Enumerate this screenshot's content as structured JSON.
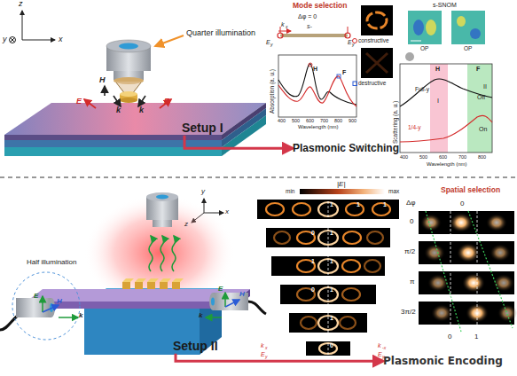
{
  "diagram": {
    "nodes": [
      {
        "text": [
          "Setup I"
        ]
      },
      {
        "text": [
          "Plasmonic Switching"
        ]
      },
      {
        "text": [
          "Setup II"
        ]
      },
      {
        "text": [
          "Plasmonic Encoding"
        ]
      }
    ],
    "edges": [
      {
        "from": 0,
        "to": 1,
        "arrow": "to"
      },
      {
        "from": 2,
        "to": 3,
        "arrow": "to"
      }
    ],
    "labels": [
      "Quarter illumination",
      "z",
      "y",
      "x",
      "E",
      "H",
      "k",
      "k",
      "E",
      "Mode selection",
      "Δφ = 0",
      "k",
      "x",
      "s-",
      "E",
      "y",
      "E",
      "y",
      "Absorption (a. u.)",
      "H",
      "F",
      "400",
      "500",
      "600",
      "700",
      "800",
      "900",
      "Wavelength (nm)",
      "s-SNOM",
      "OP",
      "OP",
      "Scattering (a. u.)",
      "H",
      "F",
      "Full-y",
      "1/4-y",
      "I",
      "II",
      "Off",
      "On",
      "400",
      "500",
      "600",
      "700",
      "800",
      "Wavelength (nm)",
      "y",
      "x",
      "z",
      "Half illumination",
      "E",
      "H",
      "k",
      "E",
      "H",
      "k",
      "min",
      "|E|",
      "max",
      "1",
      "1",
      "1",
      "0",
      "1",
      "1",
      "1",
      "0",
      "1",
      "1",
      "0",
      "k",
      "x",
      "E",
      "y",
      "k",
      "-x",
      "E",
      "y",
      "Spatial selection",
      "Δφ",
      "0",
      "0",
      "π/2",
      "π",
      "3π/2",
      "0",
      "1"
    ],
    "legend": [
      {
        "text": "constructive"
      },
      {
        "text": "destructive"
      }
    ]
  }
}
